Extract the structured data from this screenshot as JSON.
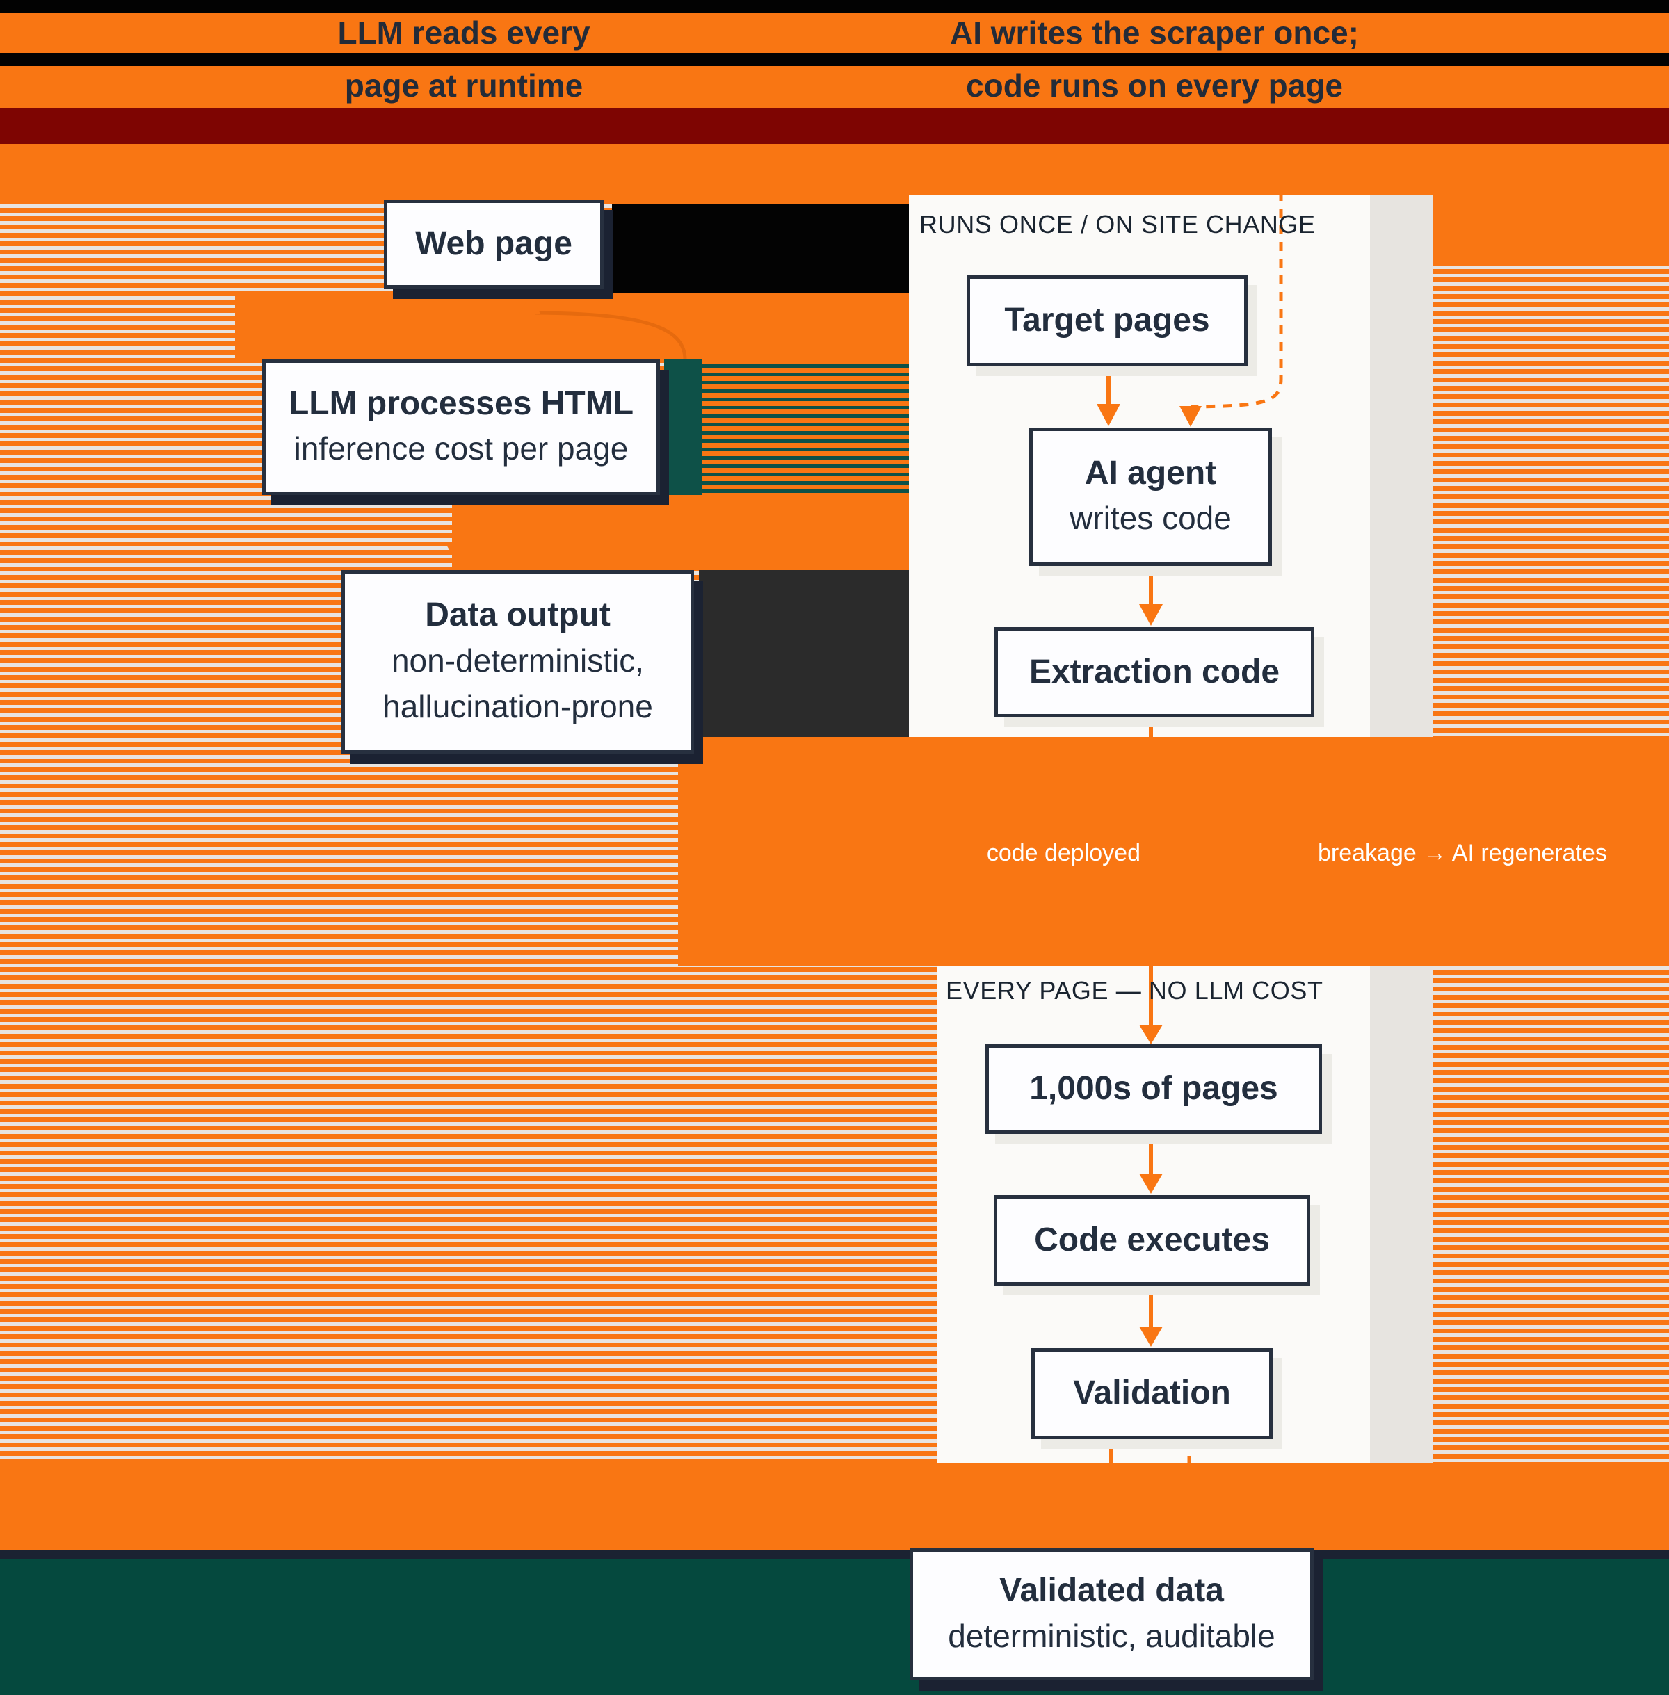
{
  "headers": {
    "left_line1": "LLM reads every",
    "left_line2": "page at runtime",
    "right_line1": "AI writes the scraper once;",
    "right_line2": "code runs on every page"
  },
  "left_flow": {
    "web_page": "Web page",
    "llm_title": "LLM processes HTML",
    "llm_subtitle": "inference cost per page",
    "output_title": "Data output",
    "output_subtitle1": "non-deterministic,",
    "output_subtitle2": "hallucination-prone"
  },
  "right_flow": {
    "panel1_label": "RUNS ONCE / ON SITE CHANGE",
    "target_pages": "Target pages",
    "agent_title": "AI agent",
    "agent_subtitle": "writes code",
    "extraction_code": "Extraction code",
    "annotation_code_deployed": "code deployed",
    "annotation_breakage": "breakage → AI regenerates",
    "panel2_label": "EVERY PAGE — NO LLM COST",
    "thousands_pages": "1,000s of pages",
    "code_executes": "Code executes",
    "validation": "Validation",
    "validated_title": "Validated data",
    "validated_subtitle": "deterministic, auditable"
  },
  "colors": {
    "orange": "#F97613",
    "stripe_light": "#E8E4E0",
    "maroon": "#7E0502",
    "black": "#020202",
    "navy": "#1B2232",
    "box_border": "#27303F",
    "text_dark": "#232E3E",
    "teal_dark": "#0E5148",
    "teal_bottom": "#05493E",
    "charcoal": "#2B2B2B",
    "panel_bg": "#FBFAF8",
    "gray_column": "#E7E4E0",
    "annotation_text": "#FFFFFF"
  }
}
